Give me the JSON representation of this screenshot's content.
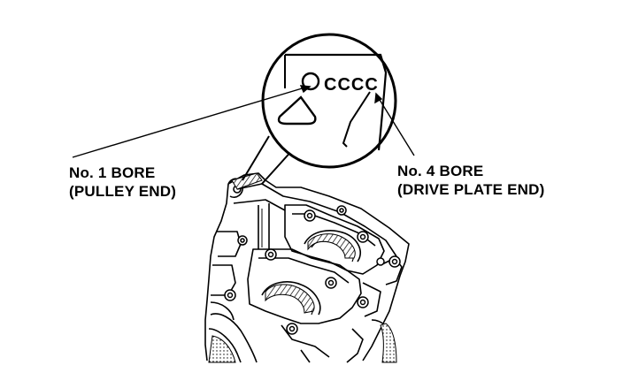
{
  "diagram": {
    "stamp_marks": "CCCC",
    "callouts": {
      "bore1_title": "No. 1 BORE",
      "bore1_sub": "(PULLEY END)",
      "bore4_title": "No. 4 BORE",
      "bore4_sub": "(DRIVE PLATE END)"
    }
  },
  "colors": {
    "ink": "#000000",
    "paper": "#ffffff",
    "shade": "#9a9a9a"
  }
}
